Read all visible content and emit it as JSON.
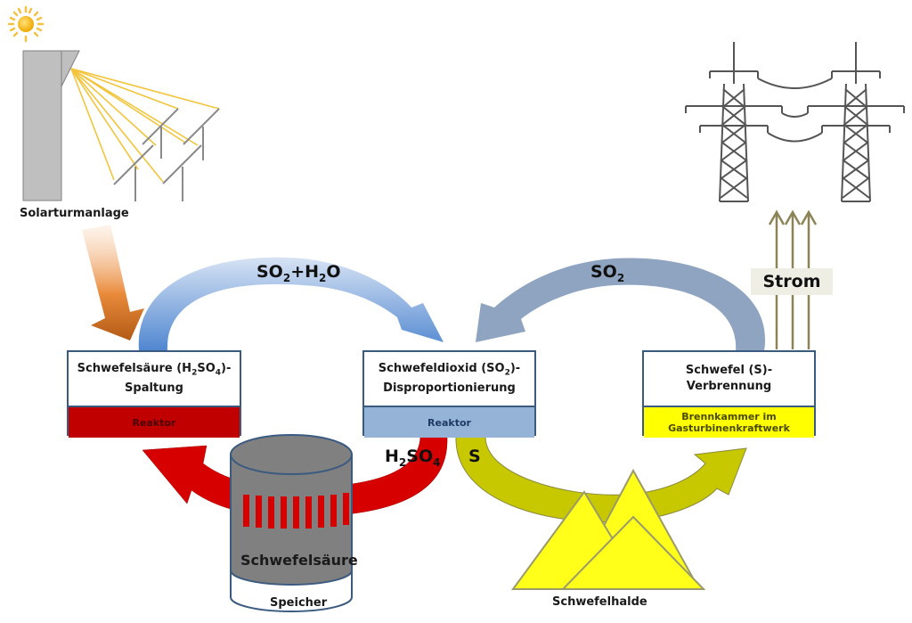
{
  "solar": {
    "label": "Solarturmanlage"
  },
  "boxes": [
    {
      "title_pre": "Schwefelsäure (H",
      "title_sub": "2",
      "title_mid": "SO",
      "title_sub2": "4",
      "title_post": ")-",
      "title_line2": "Spaltung",
      "bottom": "Reaktor",
      "bottom_color": "#c00000",
      "bottom_text_color": "#4a0000"
    },
    {
      "title_pre": "Schwefeldioxid (SO",
      "title_sub": "2",
      "title_post": ")-",
      "title_line2": "Disproportionierung",
      "bottom": "Reaktor",
      "bottom_color": "#95b3d7",
      "bottom_text_color": "#1f3864"
    },
    {
      "title_line1": "Schwefel (S)-",
      "title_line2": "Verbrennung",
      "bottom_line1": "Brennkammer im",
      "bottom_line2": "Gasturbinenkraftwerk",
      "bottom_color": "#ffff00",
      "bottom_text_color": "#4a4a00"
    }
  ],
  "flows": {
    "so2_h2o": {
      "a": "SO",
      "a_sub": "2",
      "b": "+H",
      "b_sub": "2",
      "c": "O"
    },
    "so2": {
      "a": "SO",
      "a_sub": "2"
    },
    "h2so4": {
      "a": "H",
      "a_sub": "2",
      "b": "SO",
      "b_sub": "4"
    },
    "s": "S",
    "strom": "Strom"
  },
  "storage": {
    "content": "Schwefelsäure",
    "label": "Speicher"
  },
  "heap": {
    "label": "Schwefelhalde"
  },
  "colors": {
    "blue_arrow": "#4f86d0",
    "grey_arrow": "#8ea4c0",
    "red_arrow": "#d60000",
    "yellow_arrow": "#c8c800",
    "orange_arrow": "#c0661a",
    "tower": "#bfbfbf",
    "heap": "#ffff1a"
  }
}
